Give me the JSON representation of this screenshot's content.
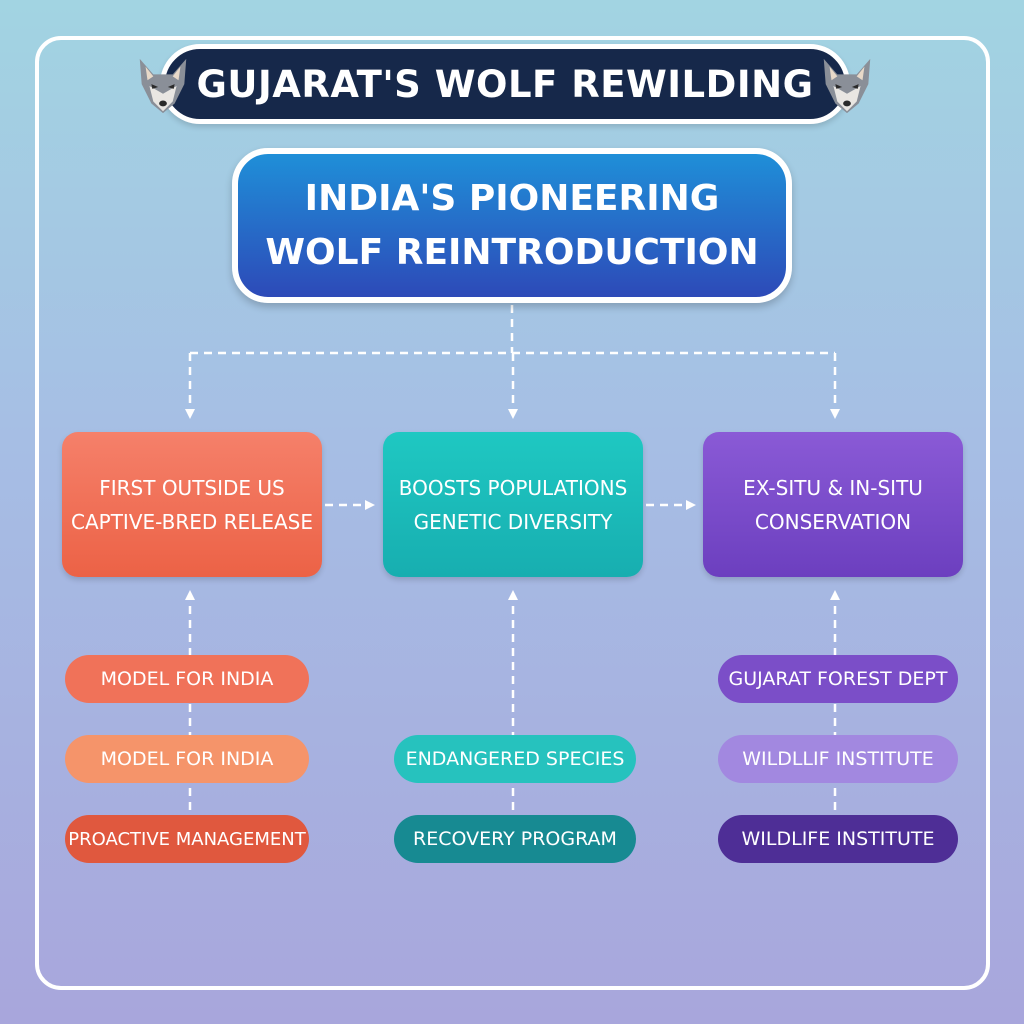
{
  "header": {
    "title": "GUJARAT'S WOLF REWILDING",
    "icon": "wolf-icon"
  },
  "subtitle": {
    "line1": "INDIA'S PIONEERING",
    "line2": "WOLF REINTRODUCTION"
  },
  "cards": [
    {
      "line1": "FIRST OUTSIDE US",
      "line2": "CAPTIVE-BRED RELEASE"
    },
    {
      "line1": "BOOSTS POPULATIONS",
      "line2": "GENETIC DIVERSITY"
    },
    {
      "line1": "EX-SITU & IN-SITU",
      "line2": "CONSERVATION"
    }
  ],
  "pills": {
    "left": [
      "MODEL FOR INDIA",
      "MODEL FOR INDIA",
      "PROACTIVE MANAGEMENT"
    ],
    "center": [
      "ENDANGERED SPECIES",
      "RECOVERY PROGRAM"
    ],
    "right": [
      "GUJARAT FOREST DEPT",
      "WILDLLIF INSTITUTE",
      "WILDLIFE INSTITUTE"
    ]
  },
  "colors": {
    "title_bg": "#16284a",
    "card_left": "#ee6a4e",
    "card_center": "#1ab9b8",
    "card_right": "#7a4bcc",
    "connector": "#ffffff"
  }
}
